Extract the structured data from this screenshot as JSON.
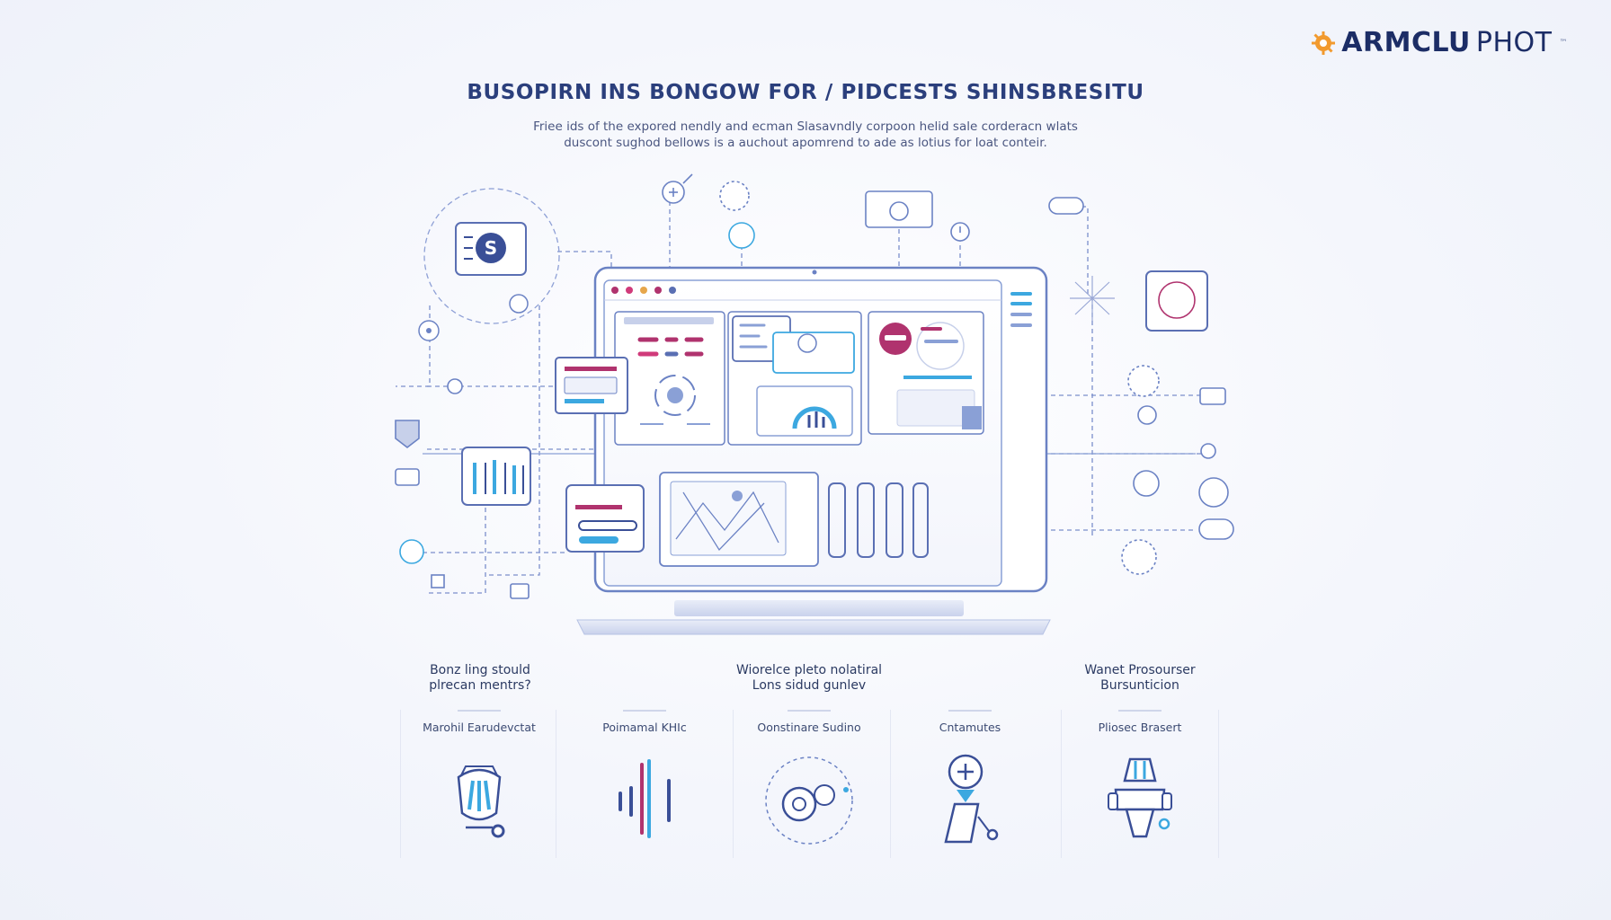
{
  "brand": {
    "name_bold": "ARMCLU",
    "name_light": "PHOT",
    "trademark": "™",
    "accent_color": "#f29a2e"
  },
  "header": {
    "title": "BUSOPIRN INS BONGOW FOR / PIDCESTS SHINSBRESITU",
    "subtitle_line1": "Friee ids of the expored nendly and ecman Slasavndly corpoon helid sale corderacn wlats",
    "subtitle_line2": "duscont sughod bellows is a auchout apomrend to ade as lotius for loat conteir."
  },
  "features": [
    {
      "line1": "Bonz ling stould",
      "line2": "plrecan mentrs?"
    },
    {
      "line1": "Wiorelce pleto nolatiral",
      "line2": "Lons sidud gunlev"
    },
    {
      "line1": "Wanet Prosourser",
      "line2": "Bursunticion"
    }
  ],
  "columns": [
    {
      "label": "Marohil Earudevctat",
      "icon": "cloche-robot-icon"
    },
    {
      "label": "Poimamal KHIc",
      "icon": "sound-bars-icon"
    },
    {
      "label": "Oonstinare Sudino",
      "icon": "gear-cluster-icon"
    },
    {
      "label": "Cntamutes",
      "icon": "plus-device-icon"
    },
    {
      "label": "Pliosec Brasert",
      "icon": "robot-bust-icon"
    }
  ],
  "colors": {
    "line": "#6b82c4",
    "accent_blue": "#3ca8e0",
    "accent_magenta": "#b0336e",
    "accent_pink": "#d03a7a"
  }
}
